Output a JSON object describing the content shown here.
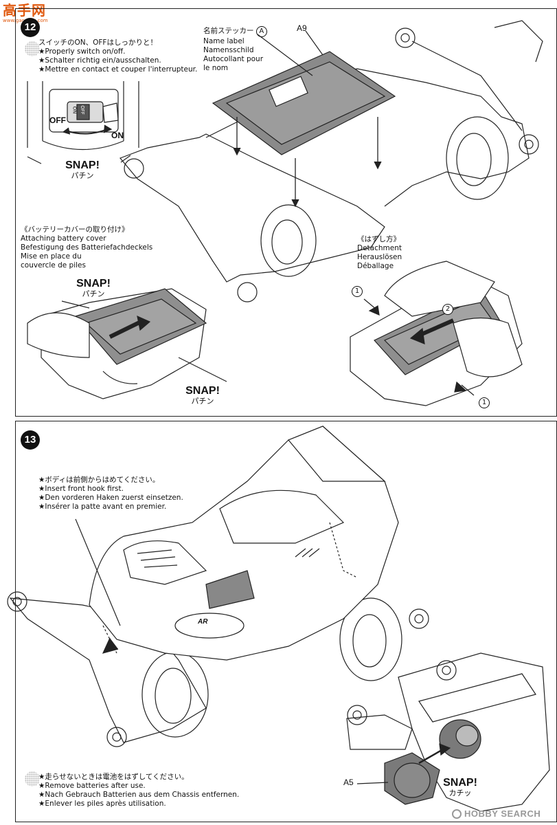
{
  "watermark_top": {
    "logo": "高手网",
    "url": "www.gaoshou.com"
  },
  "step12": {
    "number": "12",
    "switch_notes": [
      "スイッチのON、OFFはしっかりと！",
      "★Properly switch on/off.",
      "★Schalter richtig ein/ausschalten.",
      "★Mettre en contact et couper l'interrupteur."
    ],
    "switch_off": "OFF",
    "switch_on": "ON",
    "switch_body_off": "OFF",
    "switch_body_on": "ON",
    "snap1": "SNAP!",
    "snap1_jp": "パチン",
    "name_label": [
      "名前ステッカー",
      "Name label",
      "Namensschild",
      "Autocollant pour",
      "le nom"
    ],
    "name_label_mark": "A",
    "part_a9": "A9",
    "battery_cover": [
      "《バッテリーカバーの取り付け》",
      "Attaching battery cover",
      "Befestigung des Batteriefachdeckels",
      "Mise en place du",
      "couvercle de piles"
    ],
    "snap2": "SNAP!",
    "snap2_jp": "パチン",
    "snap3": "SNAP!",
    "snap3_jp": "パチン",
    "detachment": [
      "《はずし方》",
      "Detachment",
      "Herauslösen",
      "Déballage"
    ],
    "mark1": "1",
    "mark2": "2",
    "mark1b": "1"
  },
  "step13": {
    "number": "13",
    "body_notes": [
      "★ボディは前側からはめてください。",
      "★Insert front hook first.",
      "★Den vorderen Haken zuerst einsetzen.",
      "★Insérer la patte avant en premier."
    ],
    "battery_notes": [
      "★走らせないときは電池をはずしてください。",
      "★Remove batteries after use.",
      "★Nach Gebrauch Batterien aus dem Chassis entfernen.",
      "★Enlever les piles après utilisation."
    ],
    "part_a5": "A5",
    "snap": "SNAP!",
    "snap_jp": "カチッ",
    "body_decal": "AR"
  },
  "watermark_bottom": {
    "logo": "HOBBY SEARCH"
  }
}
